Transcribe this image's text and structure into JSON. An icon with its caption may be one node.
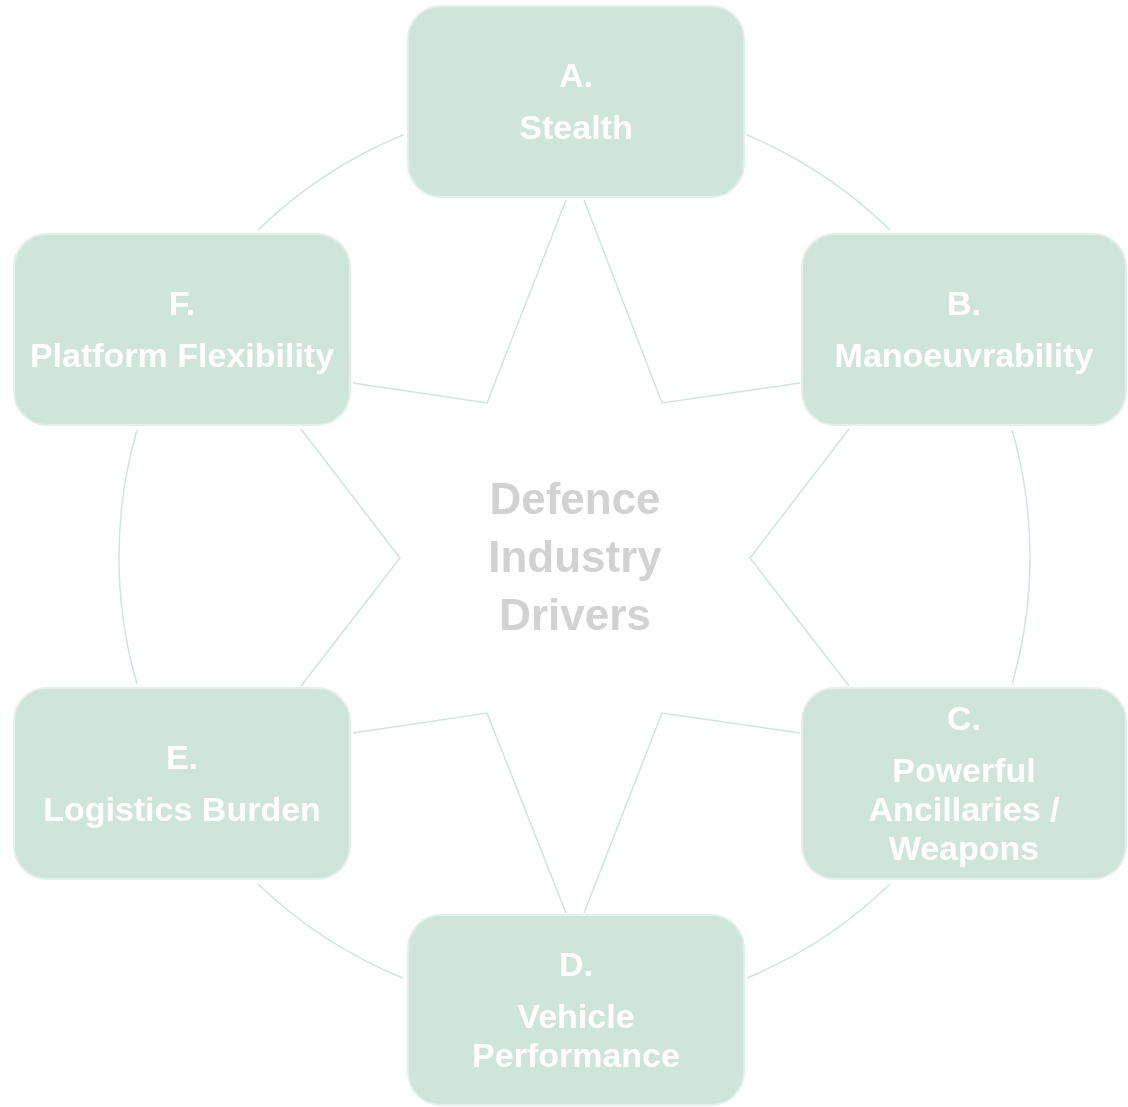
{
  "diagram": {
    "nodes": [
      {
        "text": [
          "A.",
          "Stealth"
        ]
      },
      {
        "text": [
          "B.",
          "Manoeuvrability"
        ]
      },
      {
        "text": [
          "C.",
          "Powerful Ancillaries / Weapons"
        ]
      },
      {
        "text": [
          "D.",
          "Vehicle Performance"
        ]
      },
      {
        "text": [
          "E.",
          "Logistics Burden"
        ]
      },
      {
        "text": [
          "F.",
          "Platform Flexibility"
        ]
      }
    ],
    "edges": [
      {
        "from": 0,
        "to": 1,
        "arrow": "none"
      },
      {
        "from": 1,
        "to": 2,
        "arrow": "none"
      },
      {
        "from": 2,
        "to": 3,
        "arrow": "none"
      },
      {
        "from": 3,
        "to": 4,
        "arrow": "none"
      },
      {
        "from": 4,
        "to": 5,
        "arrow": "none"
      },
      {
        "from": 5,
        "to": 0,
        "arrow": "none"
      },
      {
        "from": 0,
        "to": 1,
        "arrow": "none"
      },
      {
        "from": 1,
        "to": 2,
        "arrow": "none"
      },
      {
        "from": 2,
        "to": 3,
        "arrow": "none"
      },
      {
        "from": 3,
        "to": 4,
        "arrow": "none"
      },
      {
        "from": 4,
        "to": 5,
        "arrow": "none"
      },
      {
        "from": 5,
        "to": 0,
        "arrow": "none"
      }
    ],
    "labels": [
      "Defence Industry Drivers"
    ]
  }
}
